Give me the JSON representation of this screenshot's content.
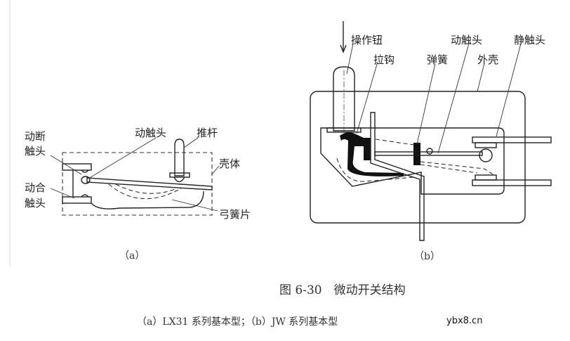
{
  "figure_a": {
    "labels": {
      "nc_contact_1": "动断",
      "nc_contact_2": "触头",
      "moving_contact": "动触头",
      "push_rod": "推杆",
      "housing": "壳体",
      "no_contact_1": "动合",
      "no_contact_2": "触头",
      "bow_spring": "弓簧片"
    },
    "sublabel": "（a）"
  },
  "figure_b": {
    "labels": {
      "button": "操作钮",
      "hook": "拉钩",
      "moving_contact": "动触头",
      "static_contact": "静触头",
      "spring": "弹簧",
      "shell": "外壳"
    },
    "sublabel": "（b）"
  },
  "caption": {
    "title": "图 6-30　微动开关结构",
    "subtitle": "（a）LX31 系列基本型；（b）JW 系列基本型"
  },
  "watermark": "ybx8.cn"
}
